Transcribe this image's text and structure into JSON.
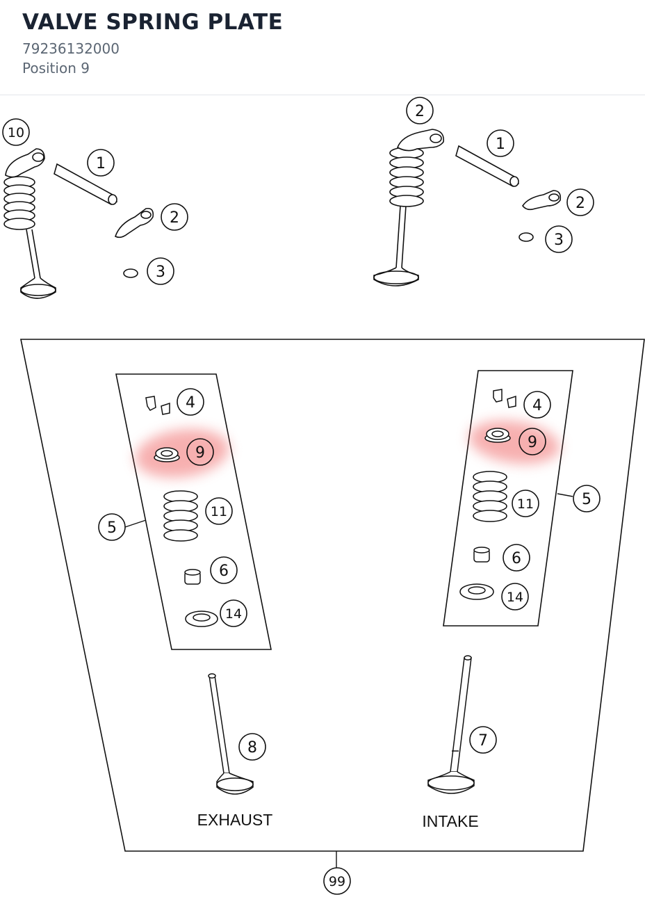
{
  "header": {
    "title": "VALVE SPRING PLATE",
    "part_number": "79236132000",
    "position": "Position 9"
  },
  "diagram": {
    "highlight_color": "#f07070",
    "callouts": {
      "c10": "10",
      "c1_left": "1",
      "c2_left": "2",
      "c3_left": "3",
      "c2_top_right": "2",
      "c1_right": "1",
      "c2_right": "2",
      "c3_right": "3",
      "c4_left": "4",
      "c9_left": "9",
      "c5_left": "5",
      "c11_left": "11",
      "c6_left": "6",
      "c14_left": "14",
      "c4_right": "4",
      "c9_right": "9",
      "c5_right": "5",
      "c11_right": "11",
      "c6_right": "6",
      "c14_right": "14",
      "c8": "8",
      "c7": "7",
      "c99": "99"
    },
    "labels": {
      "exhaust": "EXHAUST",
      "intake": "INTAKE"
    }
  }
}
